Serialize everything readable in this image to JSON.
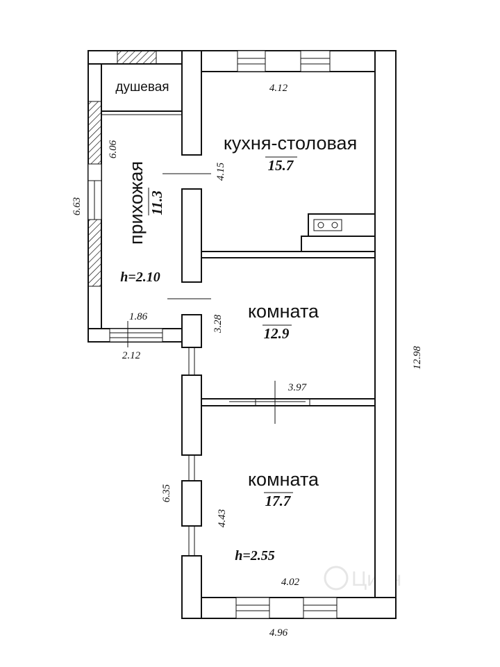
{
  "rooms": {
    "shower": {
      "label": "душевая"
    },
    "kitchen": {
      "label": "кухня-столовая",
      "area": "15.7"
    },
    "hall": {
      "label": "прихожая",
      "area": "11.3"
    },
    "room1": {
      "label": "комната",
      "area": "12.9"
    },
    "room2": {
      "label": "комната",
      "area": "17.7"
    }
  },
  "heights": {
    "annex": "h=2.10",
    "main": "h=2.55"
  },
  "dimensions": {
    "kitchen_width": "4.12",
    "kitchen_length": "4.15",
    "hall_length": "6.06",
    "annex_outer_length": "6.63",
    "hall_width": "1.86",
    "annex_outer_width": "2.12",
    "room1_length": "3.28",
    "room1_width": "3.97",
    "main_outer_length": "12.98",
    "room2_length_outer": "6.35",
    "room2_length": "4.43",
    "room2_width": "4.02",
    "main_outer_width": "4.96"
  },
  "watermark": "Циан",
  "colors": {
    "line": "#111111",
    "background": "#ffffff"
  }
}
